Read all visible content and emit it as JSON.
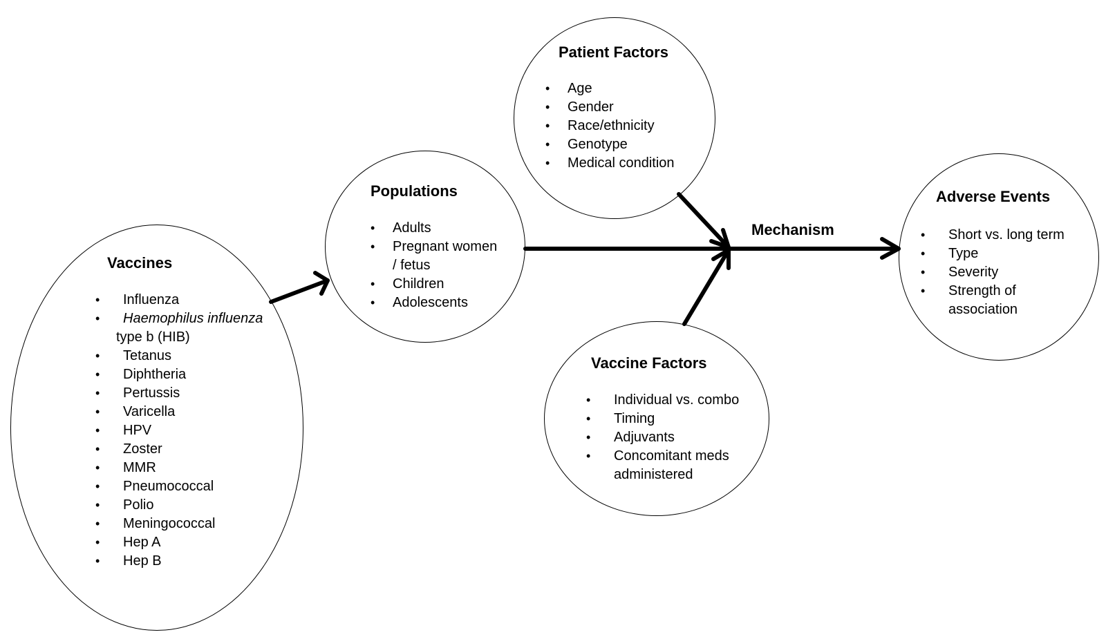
{
  "diagram": {
    "nodes": {
      "vaccines": {
        "title": "Vaccines",
        "items": [
          {
            "text": "Influenza"
          },
          {
            "text_italic": "Haemophilus influenza",
            "text_rest": "type b (HIB)"
          },
          {
            "text": "Tetanus"
          },
          {
            "text": "Diphtheria"
          },
          {
            "text": "Pertussis"
          },
          {
            "text": "Varicella"
          },
          {
            "text": "HPV"
          },
          {
            "text": "Zoster"
          },
          {
            "text": "MMR"
          },
          {
            "text": "Pneumococcal"
          },
          {
            "text": "Polio"
          },
          {
            "text": "Meningococcal"
          },
          {
            "text": "Hep A"
          },
          {
            "text": "Hep B"
          }
        ]
      },
      "populations": {
        "title": "Populations",
        "items": [
          "Adults",
          "Pregnant women",
          "/ fetus",
          "Children",
          "Adolescents"
        ]
      },
      "patient_factors": {
        "title": "Patient Factors",
        "items": [
          "Age",
          "Gender",
          "Race/ethnicity",
          "Genotype",
          "Medical condition"
        ]
      },
      "vaccine_factors": {
        "title": "Vaccine Factors",
        "items": [
          "Individual vs. combo",
          "Timing",
          "Adjuvants",
          "Concomitant meds",
          "administered"
        ]
      },
      "adverse_events": {
        "title": "Adverse Events",
        "items": [
          "Short vs. long term",
          "Type",
          "Severity",
          "Strength of",
          "association"
        ]
      }
    },
    "mechanism_label": "Mechanism",
    "edges": [
      {
        "from": "Vaccines",
        "to": "Populations"
      },
      {
        "from": "Populations",
        "to": "Mechanism"
      },
      {
        "from": "Patient Factors",
        "to": "Mechanism"
      },
      {
        "from": "Vaccine Factors",
        "to": "Mechanism"
      },
      {
        "from": "Mechanism",
        "to": "Adverse Events"
      }
    ]
  }
}
